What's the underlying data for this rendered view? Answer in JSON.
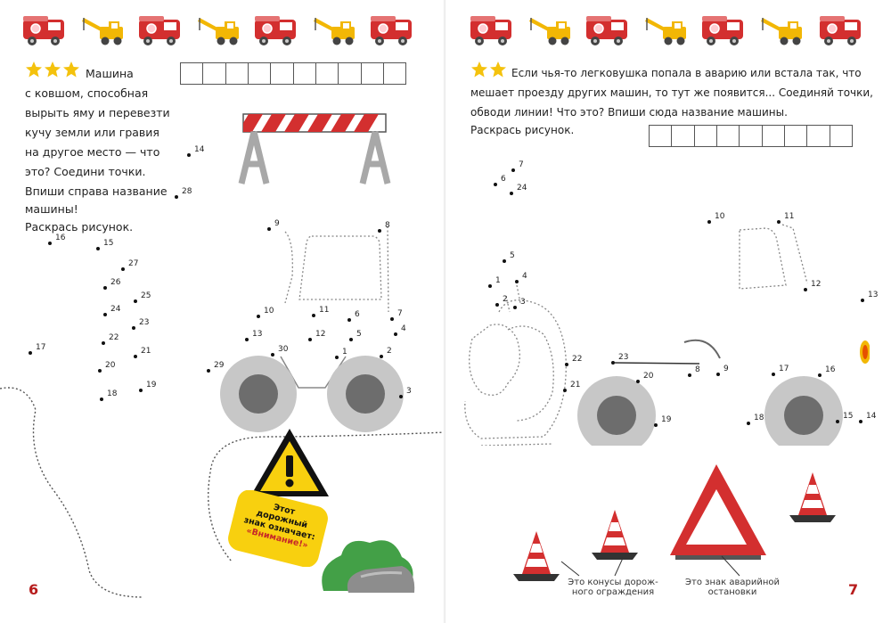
{
  "left_page": {
    "task_text_lines": [
      "Машина",
      "с ковшом, способная",
      "вырыть яму и перевезти",
      "кучу земли или гравия",
      "на другое место — что",
      "это? Соедини точки.",
      "Впиши справа название",
      "машины!",
      "Раскрась рисунок."
    ],
    "difficulty_stars": 3,
    "letter_box_count": 10,
    "page_number": "6",
    "sign_caption_lines": [
      "Этот",
      "дорожный",
      "знак означает:"
    ],
    "sign_caption_highlight": "«Внимание!»",
    "dot_labels": [
      "14",
      "28",
      "16",
      "15",
      "27",
      "26",
      "25",
      "24",
      "23",
      "22",
      "21",
      "20",
      "19",
      "18",
      "17",
      "9",
      "8",
      "10",
      "11",
      "6",
      "7",
      "13",
      "12",
      "5",
      "4",
      "30",
      "1",
      "2",
      "29",
      "3"
    ]
  },
  "right_page": {
    "task_text_lines": [
      "Если чья-то легковушка попала в аварию или встала так, что",
      "мешает проезду других машин, то тут же появится... Соединяй точки,",
      "обводи линии! Что это? Впиши сюда название машины.",
      "Раскрась рисунок."
    ],
    "difficulty_stars": 2,
    "letter_box_count": 9,
    "page_number": "7",
    "cones_caption_lines": [
      "Это конусы дорож-",
      "ного ограждения"
    ],
    "triangle_caption_lines": [
      "Это знак аварийной",
      "остановки"
    ],
    "dot_labels": [
      "7",
      "6",
      "24",
      "5",
      "4",
      "1",
      "2",
      "3",
      "10",
      "11",
      "12",
      "13",
      "22",
      "23",
      "21",
      "20",
      "19",
      "8",
      "9",
      "17",
      "16",
      "18",
      "15",
      "14"
    ]
  },
  "colors": {
    "truck_red": "#d32f2f",
    "crane_yellow": "#f2b705",
    "wheel_grey": "#c7c7c7",
    "hub_grey": "#6d6d6d",
    "star_yellow": "#f4c20d",
    "page_number_red": "#b71c1c",
    "sign_yellow": "#f8d00f",
    "cone_red": "#d32f2f"
  }
}
